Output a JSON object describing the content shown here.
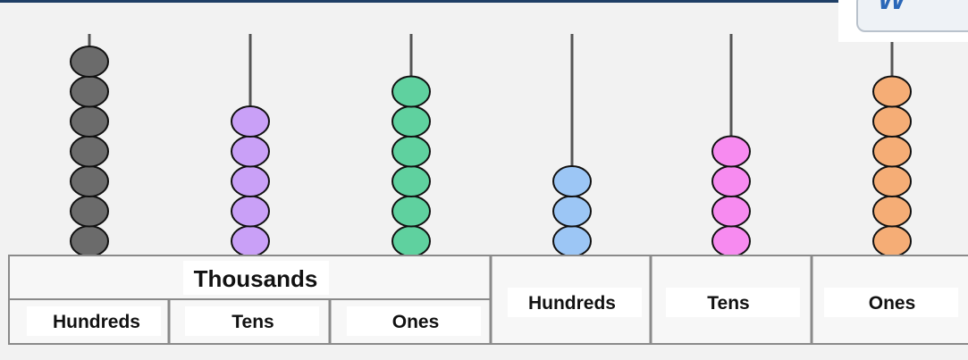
{
  "rods": [
    {
      "group": "thousands",
      "place": "Hundreds",
      "beads": 7,
      "color": "#6b6b6b"
    },
    {
      "group": "thousands",
      "place": "Tens",
      "beads": 5,
      "color": "#c9a0f7"
    },
    {
      "group": "thousands",
      "place": "Ones",
      "beads": 6,
      "color": "#5fd19f"
    },
    {
      "group": "units",
      "place": "Hundreds",
      "beads": 3,
      "color": "#9cc6f5"
    },
    {
      "group": "units",
      "place": "Tens",
      "beads": 4,
      "color": "#f78bf0"
    },
    {
      "group": "units",
      "place": "Ones",
      "beads": 6,
      "color": "#f5ad76"
    }
  ],
  "table": {
    "thousands_header": "Thousands",
    "thousands_columns": [
      "Hundreds",
      "Tens",
      "Ones"
    ],
    "units_columns": [
      "Hundreds",
      "Tens",
      "Ones"
    ]
  },
  "logo": {
    "text": "W"
  }
}
